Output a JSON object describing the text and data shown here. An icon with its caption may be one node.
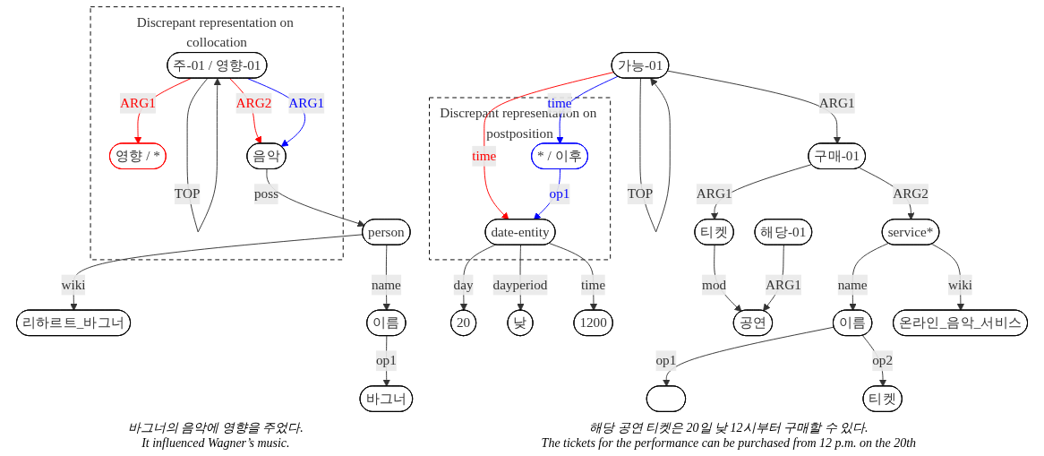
{
  "diagram": {
    "nodes": [
      {
        "text": [
          "Discrepant representation on collocation"
        ]
      },
      {
        "text": [
          "주-01 / 영향-01"
        ],
        "in": 0
      },
      {
        "text": [
          "영향 / *"
        ],
        "in": 0
      },
      {
        "text": [
          "음악"
        ],
        "in": 0
      },
      {
        "text": [
          "person"
        ]
      },
      {
        "text": [
          "리하르트_바그너"
        ]
      },
      {
        "text": [
          "이름"
        ]
      },
      {
        "text": [
          "바그너"
        ]
      },
      {
        "text": [
          "Discrepant representation on postposition"
        ]
      },
      {
        "text": [
          "가능-01"
        ]
      },
      {
        "text": [
          "* / 이후"
        ],
        "in": 8
      },
      {
        "text": [
          "date-entity"
        ],
        "in": 8
      },
      {
        "text": [
          "구매-01"
        ]
      },
      {
        "text": [
          "20"
        ]
      },
      {
        "text": [
          "낮"
        ]
      },
      {
        "text": [
          "1200"
        ]
      },
      {
        "text": [
          "티켓"
        ]
      },
      {
        "text": [
          "해당-01"
        ]
      },
      {
        "text": [
          "service*"
        ]
      },
      {
        "text": [
          "공연"
        ]
      },
      {
        "text": [
          "이름"
        ]
      },
      {
        "text": [
          "온라인_음악_서비스"
        ]
      },
      {
        "text": [],
        "shape": "circle"
      },
      {
        "text": [
          "티켓"
        ]
      }
    ],
    "edges": [
      {
        "from": 1,
        "to": 1,
        "arrow": "to",
        "label": "TOP"
      },
      {
        "from": 1,
        "to": 2,
        "arrow": "to",
        "label": "ARG1",
        "color": "#ff0000"
      },
      {
        "from": 1,
        "to": 3,
        "arrow": "to",
        "label": "ARG2",
        "color": "#ff0000"
      },
      {
        "from": 1,
        "to": 3,
        "arrow": "to",
        "label": "ARG1",
        "color": "#0000ff"
      },
      {
        "from": 3,
        "to": 4,
        "arrow": "to",
        "label": "poss"
      },
      {
        "from": 4,
        "to": 5,
        "arrow": "to",
        "label": "wiki"
      },
      {
        "from": 4,
        "to": 6,
        "arrow": "to",
        "label": "name"
      },
      {
        "from": 6,
        "to": 7,
        "arrow": "to",
        "label": "op1"
      },
      {
        "from": 9,
        "to": 9,
        "arrow": "to",
        "label": "TOP"
      },
      {
        "from": 9,
        "to": 10,
        "arrow": "to",
        "label": "time",
        "color": "#0000ff"
      },
      {
        "from": 9,
        "to": 11,
        "arrow": "to",
        "label": "time",
        "color": "#ff0000"
      },
      {
        "from": 9,
        "to": 12,
        "arrow": "to",
        "label": "ARG1"
      },
      {
        "from": 10,
        "to": 11,
        "arrow": "to",
        "label": "op1",
        "color": "#0000ff"
      },
      {
        "from": 12,
        "to": 16,
        "arrow": "to",
        "label": "ARG1"
      },
      {
        "from": 12,
        "to": 18,
        "arrow": "to",
        "label": "ARG2"
      },
      {
        "from": 11,
        "to": 13,
        "arrow": "to",
        "label": "day"
      },
      {
        "from": 11,
        "to": 14,
        "arrow": "to",
        "label": "dayperiod"
      },
      {
        "from": 11,
        "to": 15,
        "arrow": "to",
        "label": "time"
      },
      {
        "from": 16,
        "to": 19,
        "arrow": "to",
        "label": "mod"
      },
      {
        "from": 17,
        "to": 19,
        "arrow": "to",
        "label": "ARG1"
      },
      {
        "from": 18,
        "to": 20,
        "arrow": "to",
        "label": "name"
      },
      {
        "from": 18,
        "to": 21,
        "arrow": "to",
        "label": "wiki"
      },
      {
        "from": 20,
        "to": 22,
        "arrow": "to",
        "label": "op1"
      },
      {
        "from": 20,
        "to": 23,
        "arrow": "to",
        "label": "op2"
      }
    ],
    "labels": [
      "바그너의 음악에 영향을 주었다.",
      "It influenced Wagner’s music.",
      "해당 공연 티켓은 20일 낮 12시부터 구매할 수 있다.",
      "The tickets for the performance can be purchased from 12 p.m. on the 20th"
    ]
  }
}
